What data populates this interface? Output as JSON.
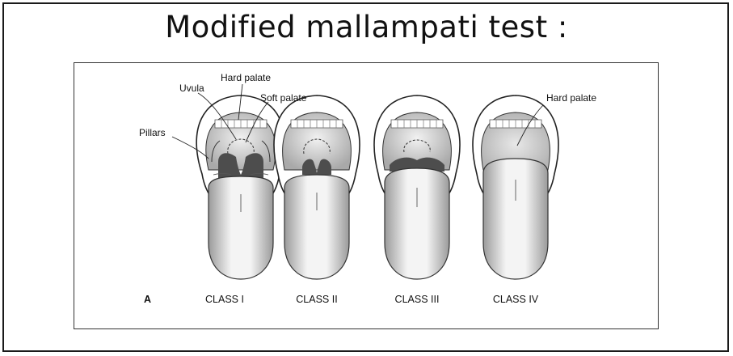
{
  "title": "Modified mallampati test :",
  "figure": {
    "panel_letter": "A",
    "labels": {
      "uvula": "Uvula",
      "hard_palate": "Hard palate",
      "soft_palate": "Soft palate",
      "pillars": "Pillars",
      "hard_palate_class4": "Hard palate"
    },
    "classes": [
      "CLASS I",
      "CLASS II",
      "CLASS III",
      "CLASS IV"
    ]
  }
}
